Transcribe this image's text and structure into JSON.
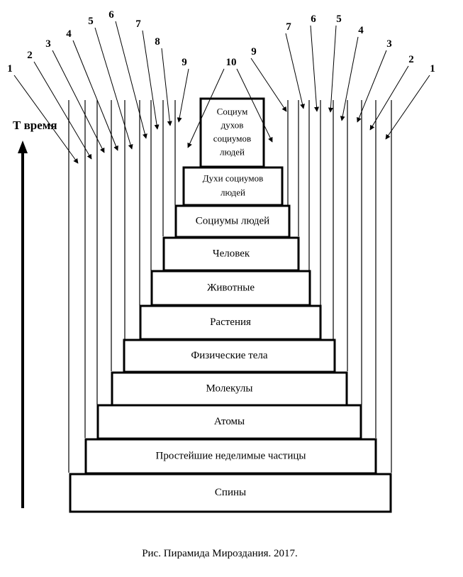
{
  "axis_label": "Т время",
  "caption": "Рис. Пирамида Мироздания. 2017.",
  "tiers": [
    "Спины",
    "Простейшие неделимые частицы",
    "Атомы",
    "Молекулы",
    "Физические тела",
    "Растения",
    "Животные",
    "Человек",
    "Социумы людей",
    [
      "Духи  социумов",
      "людей"
    ],
    [
      "Социум",
      "духов",
      "социумов",
      "людей"
    ]
  ],
  "left_numbers": [
    "1",
    "2",
    "3",
    "4",
    "5",
    "6",
    "7",
    "8",
    "9"
  ],
  "right_numbers": [
    "1",
    "2",
    "3",
    "4",
    "5",
    "6",
    "7",
    "9"
  ],
  "top_number": "10"
}
